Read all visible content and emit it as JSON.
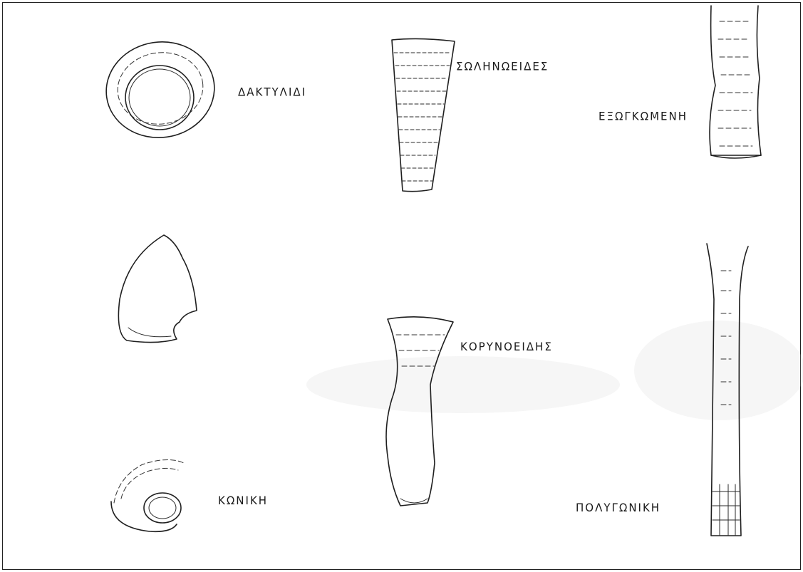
{
  "figure": {
    "background_color": "#ffffff",
    "ink_color": "#1f1f1f",
    "shapes": [
      {
        "id": "ring",
        "label": "ΔΑΚΤΥΛΙΔΙ"
      },
      {
        "id": "tubular",
        "label": "ΣΩΛΗΝΩΕΙΔΕΣ"
      },
      {
        "id": "bulging",
        "label": "ΕΞΩΓΚΩΜΕΝΗ"
      },
      {
        "id": "club",
        "label": "ΚΟΡΥΝΟΕΙΔΗΣ"
      },
      {
        "id": "conical",
        "label": "ΚΩΝΙΚΗ"
      },
      {
        "id": "polygonal",
        "label": "ΠΟΛΥΓΩΝΙΚΗ"
      }
    ]
  }
}
